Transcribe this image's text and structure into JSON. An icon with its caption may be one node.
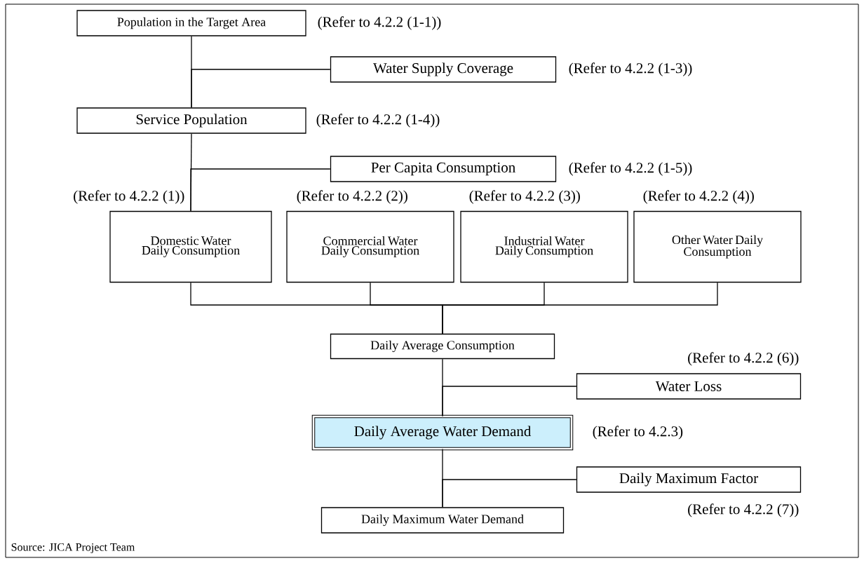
{
  "diagram": {
    "nodes": [
      {
        "text": [
          "Population in the Target Area"
        ],
        "beside": [
          "(Refer to 4.2.2 (1-1))"
        ]
      },
      {
        "text": [
          "Water Supply Coverage"
        ],
        "beside": [
          "(Refer to 4.2.2 (1-3))"
        ]
      },
      {
        "text": [
          "Service Population"
        ],
        "beside": [
          "(Refer to 4.2.2 (1-4))"
        ]
      },
      {
        "text": [
          "Per Capita Consumption"
        ],
        "beside": [
          "(Refer to 4.2.2 (1-5))"
        ]
      },
      {
        "text": [
          "Domestic Water Daily Consumption"
        ],
        "beside": [
          "(Refer to 4.2.2 (1))"
        ]
      },
      {
        "text": [
          "Commercial Water Daily Consumption"
        ],
        "beside": [
          "(Refer to 4.2.2 (2))"
        ]
      },
      {
        "text": [
          "Industrial Water Daily Consumption"
        ],
        "beside": [
          "(Refer to 4.2.2 (3))"
        ]
      },
      {
        "text": [
          "Other Water Daily Consumption"
        ],
        "beside": [
          "(Refer to 4.2.2 (4))"
        ]
      },
      {
        "text": [
          "Daily Average Consumption"
        ]
      },
      {
        "text": [
          "Water Loss"
        ],
        "beside": [
          "(Refer to 4.2.2 (6))"
        ]
      },
      {
        "text": [
          "Daily Average Water Demand"
        ],
        "beside": [
          "(Refer to 4.2.3)"
        ]
      },
      {
        "text": [
          "Daily Maximum Factor"
        ],
        "beside": [
          "(Refer to 4.2.2 (7))"
        ]
      },
      {
        "text": [
          "Daily Maximum Water Demand"
        ]
      }
    ],
    "edges": [
      {
        "from": 0,
        "to": 2,
        "arrow": "none"
      },
      {
        "from": 1,
        "to": 2,
        "arrow": "none"
      },
      {
        "from": 2,
        "to": 4,
        "arrow": "none"
      },
      {
        "from": 3,
        "to": 4,
        "arrow": "none"
      },
      {
        "from": 4,
        "to": 8,
        "arrow": "none"
      },
      {
        "from": 5,
        "to": 8,
        "arrow": "none"
      },
      {
        "from": 6,
        "to": 8,
        "arrow": "none"
      },
      {
        "from": 7,
        "to": 8,
        "arrow": "none"
      },
      {
        "from": 8,
        "to": 10,
        "arrow": "none"
      },
      {
        "from": 9,
        "to": 10,
        "arrow": "none"
      },
      {
        "from": 10,
        "to": 12,
        "arrow": "none"
      },
      {
        "from": 11,
        "to": 12,
        "arrow": "none"
      }
    ],
    "labels": [
      "Source: JICA Project Team"
    ]
  }
}
